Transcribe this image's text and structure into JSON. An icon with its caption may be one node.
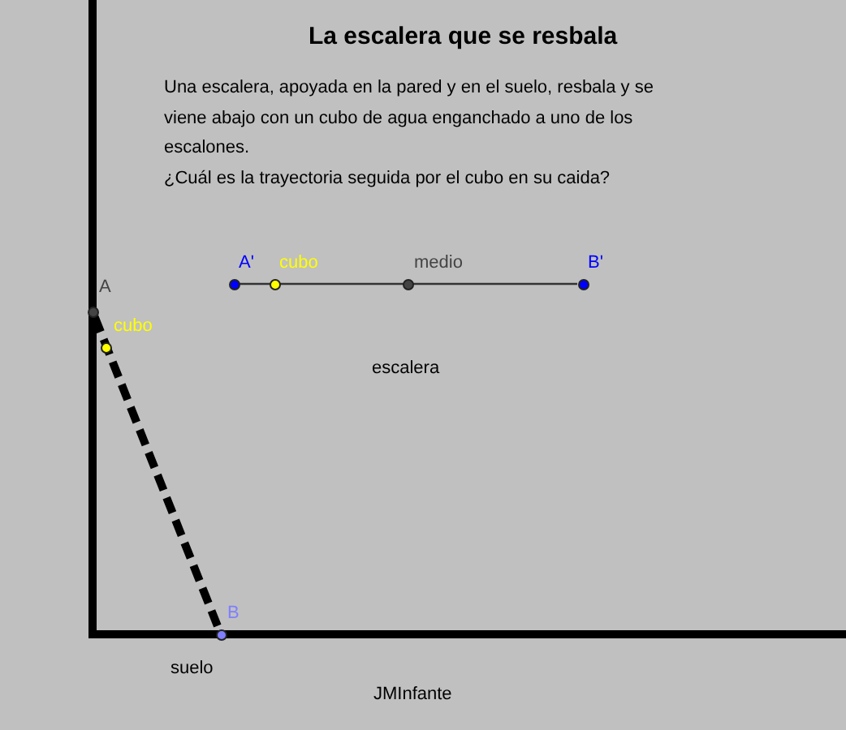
{
  "diagram": {
    "title": "La escalera que se resbala",
    "nodes": [
      {
        "text": [
          "A"
        ]
      },
      {
        "text": [
          "cubo"
        ]
      },
      {
        "text": [
          "B"
        ]
      },
      {
        "text": [
          "A'"
        ]
      },
      {
        "text": [
          "cubo"
        ]
      },
      {
        "text": [
          "medio"
        ]
      },
      {
        "text": [
          "B'"
        ]
      }
    ],
    "edges": [
      {
        "from": 0,
        "to": 2,
        "arrow": "none",
        "style": "dashed"
      },
      {
        "from": 3,
        "to": 6,
        "arrow": "none",
        "color": "#333333"
      }
    ],
    "labels": [
      "Una escalera, apoyada en la pared y en el suelo, resbala y se viene abajo con un cubo de agua enganchado a uno de los escalones.",
      "¿Cuál es la trayectoria seguida por el cubo en su caida?",
      "escalera",
      "suelo",
      "JMInfante"
    ]
  }
}
